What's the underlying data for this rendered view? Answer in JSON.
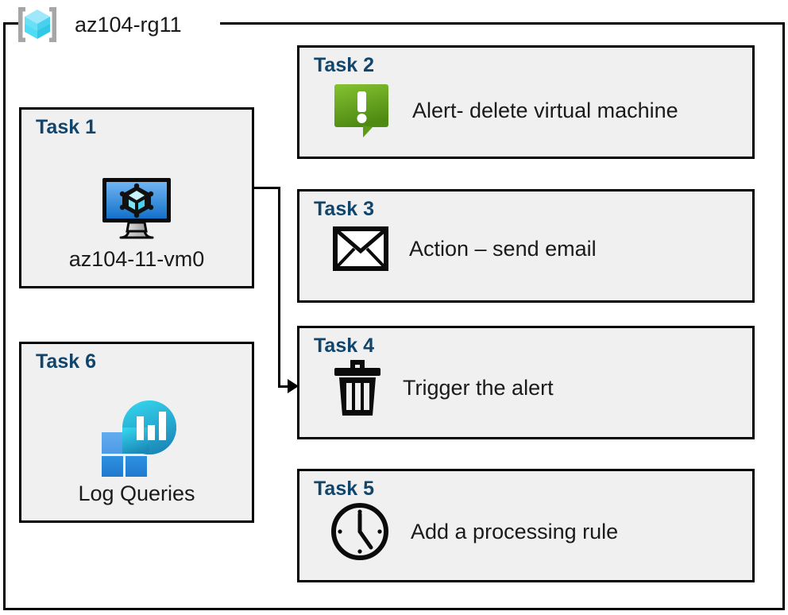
{
  "resource_group": {
    "name": "az104-rg11",
    "icon": "resource-group-cube-icon"
  },
  "colors": {
    "task_title": "#12456b",
    "card_background": "#f0f0f0",
    "border": "#000000",
    "alert_green_light": "#7fba2a",
    "alert_green_dark": "#5a9216",
    "vm_blue_light": "#5ea7ee",
    "vm_blue_dark": "#1b6ec2",
    "log_teal": "#2bc7e4",
    "log_blue": "#2a8fe0"
  },
  "cards": {
    "task1": {
      "title": "Task 1",
      "label": "az104-11-vm0",
      "icon": "virtual-machine-icon"
    },
    "task2": {
      "title": "Task 2",
      "label": "Alert- delete virtual machine",
      "icon": "alert-exclamation-icon"
    },
    "task3": {
      "title": "Task 3",
      "label": "Action – send email",
      "icon": "envelope-icon"
    },
    "task4": {
      "title": "Task 4",
      "label": "Trigger the alert",
      "icon": "trash-can-icon"
    },
    "task5": {
      "title": "Task 5",
      "label": "Add a processing rule",
      "icon": "clock-icon"
    },
    "task6": {
      "title": "Task 6",
      "label": "Log Queries",
      "icon": "log-analytics-icon"
    }
  },
  "connector": {
    "from": "task1-vm-icon",
    "to": "task4-card",
    "arrow": "arrow-head-right"
  }
}
